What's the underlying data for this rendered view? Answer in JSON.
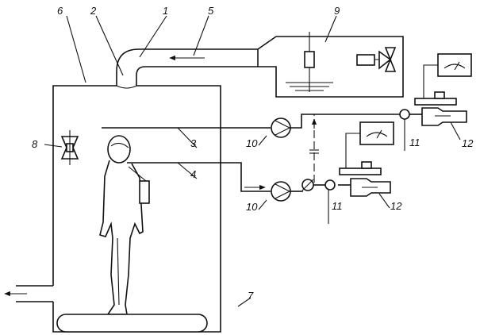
{
  "labels": {
    "room": "6",
    "duct_left": "2",
    "duct_top": "1",
    "airflow": "5",
    "conditioner": "9",
    "fan": "8",
    "line_upper": "3",
    "line_lower": "4",
    "pump_upper": "10",
    "pump_lower": "10",
    "valve_upper": "11",
    "valve_lower": "11",
    "meter_upper": "12",
    "meter_lower": "12",
    "treadmill": "7"
  }
}
